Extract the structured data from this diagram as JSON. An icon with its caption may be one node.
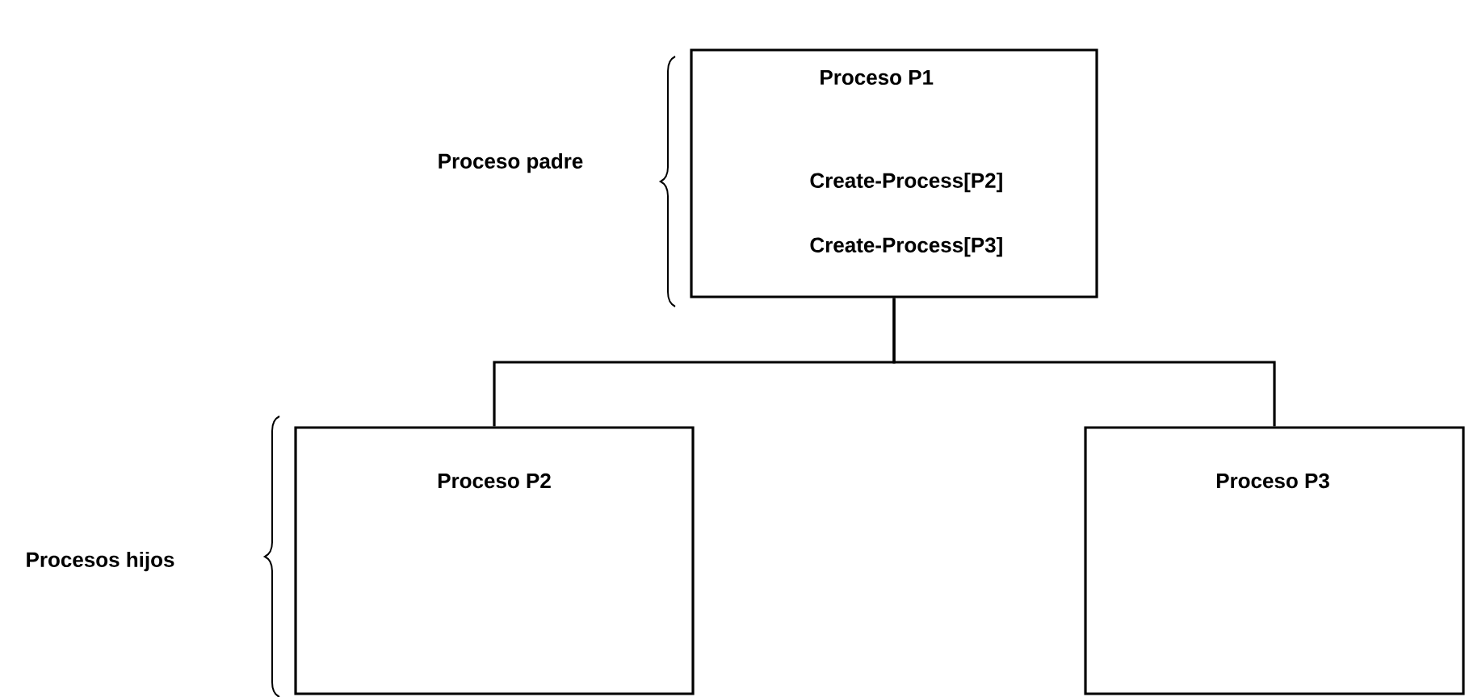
{
  "diagram": {
    "nodes": [
      {
        "text": [
          "Proceso P1",
          "Create-Process[P2]",
          "Create-Process[P3]"
        ]
      },
      {
        "text": [
          "Proceso P2"
        ]
      },
      {
        "text": [
          "Proceso P3"
        ]
      }
    ],
    "edges": [
      {
        "from": 0,
        "to": 1,
        "arrow": "none"
      },
      {
        "from": 0,
        "to": 2,
        "arrow": "none"
      }
    ],
    "labels": [
      "Proceso padre",
      "Procesos hijos"
    ]
  }
}
